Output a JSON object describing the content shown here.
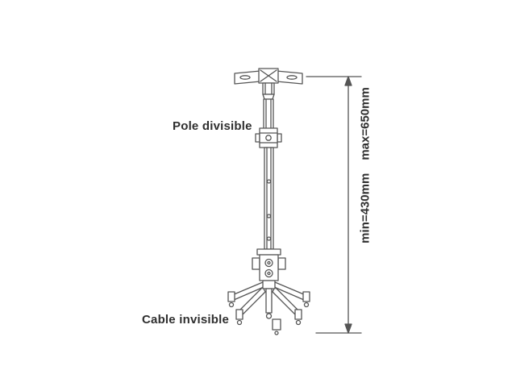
{
  "page": {
    "background": "#ffffff"
  },
  "diagram": {
    "labels": {
      "pole": "Pole divisible",
      "cable": "Cable invisible"
    },
    "dimension": {
      "min": "min=430mm",
      "max": "max=650mm",
      "min_mm": 430,
      "max_mm": 650
    },
    "colors": {
      "line": "#555555",
      "text": "#2f2f2f"
    }
  }
}
